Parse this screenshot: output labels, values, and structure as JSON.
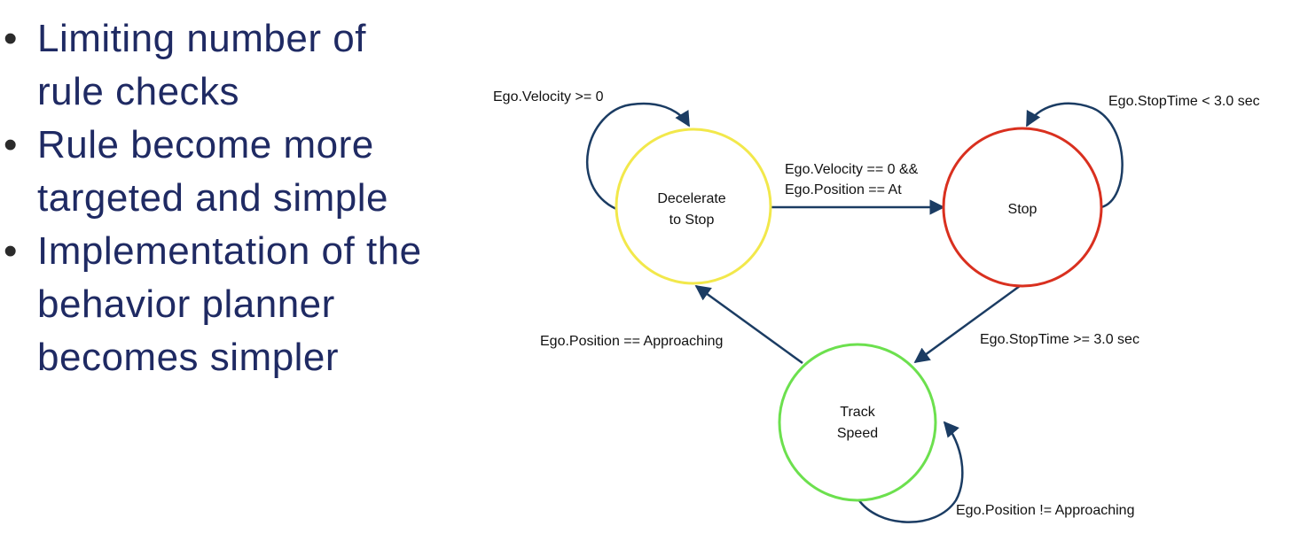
{
  "bullets": [
    {
      "lines": [
        "Limiting number of",
        "rule checks"
      ]
    },
    {
      "lines": [
        "Rule become more",
        "targeted and simple"
      ]
    },
    {
      "lines": [
        "Implementation of the",
        "behavior planner",
        "becomes simpler"
      ]
    }
  ],
  "diagram": {
    "colors": {
      "arrow": "#1b3c63",
      "decelerate": "#f2e84b",
      "stop": "#d9301f",
      "track": "#6ce04e"
    },
    "states": {
      "decelerate": {
        "line1": "Decelerate",
        "line2": "to Stop"
      },
      "stop": {
        "line1": "Stop"
      },
      "track": {
        "line1": "Track",
        "line2": "Speed"
      }
    },
    "transitions": {
      "decel_self": "Ego.Velocity >= 0",
      "decel_to_stop_1": "Ego.Velocity == 0 &&",
      "decel_to_stop_2": "Ego.Position == At",
      "stop_self": "Ego.StopTime < 3.0 sec",
      "stop_to_track": "Ego.StopTime >= 3.0 sec",
      "track_to_decel": "Ego.Position == Approaching",
      "track_self": "Ego.Position != Approaching"
    }
  }
}
